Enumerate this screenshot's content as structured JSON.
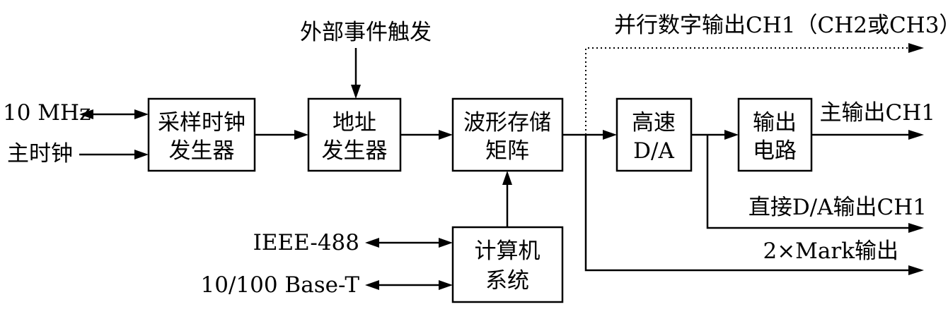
{
  "blocks": {
    "sample_clock": [
      "采样时钟",
      "发生器"
    ],
    "address_gen": [
      "地址",
      "发生器"
    ],
    "waveform_memory": [
      "波形存储",
      "矩阵"
    ],
    "high_speed_da": [
      "高速",
      "D/A"
    ],
    "output_circuit": [
      "输出",
      "电路"
    ],
    "computer": [
      "计算机",
      "系统"
    ]
  },
  "labels": {
    "ref_10mhz": "10 MHz",
    "main_clock": "主时钟",
    "external_trigger": "外部事件触发",
    "ieee488": "IEEE-488",
    "ethernet": "10/100 Base-T",
    "parallel_digital_out": "并行数字输出CH1（CH2或CH3）",
    "main_out": "主输出CH1",
    "direct_da_out": "直接D/A输出CH1",
    "mark_out": "2×Mark输出"
  },
  "colors": {
    "stroke": "#000000",
    "background": "#ffffff"
  }
}
